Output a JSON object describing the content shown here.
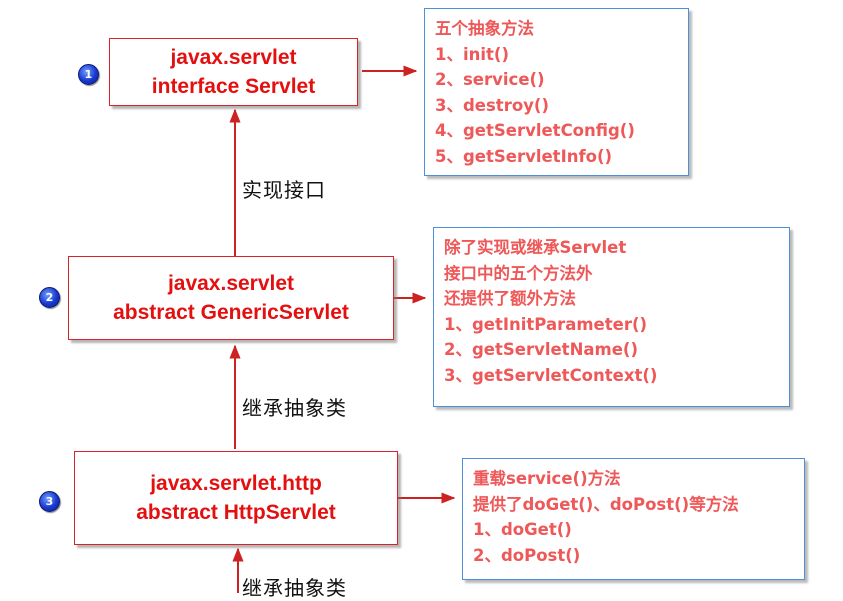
{
  "nodes": [
    {
      "badge": "1",
      "lines": [
        "javax.servlet",
        "interface Servlet"
      ]
    },
    {
      "badge": "2",
      "lines": [
        "javax.servlet",
        "abstract GenericServlet"
      ]
    },
    {
      "badge": "3",
      "lines": [
        "javax.servlet.http",
        "abstract HttpServlet"
      ]
    }
  ],
  "notes": [
    {
      "lines": [
        "五个抽象方法",
        "1、init()",
        "2、service()",
        "3、destroy()",
        "4、getServletConfig()",
        "5、getServletInfo()"
      ]
    },
    {
      "lines": [
        "除了实现或继承Servlet",
        "接口中的五个方法外",
        "还提供了额外方法",
        "1、getInitParameter()",
        "2、getServletName()",
        "3、getServletContext()"
      ]
    },
    {
      "lines": [
        "重载service()方法",
        "提供了doGet()、doPost()等方法",
        "1、doGet()",
        "2、doPost()"
      ]
    }
  ],
  "relations": [
    "实现接口",
    "继承抽象类",
    "继承抽象类"
  ],
  "colors": {
    "class_border": "#d8232a",
    "class_text": "#e41010",
    "note_border": "#4e8fdc",
    "note_text": "#ee5858",
    "arrow": "#cc2222"
  }
}
